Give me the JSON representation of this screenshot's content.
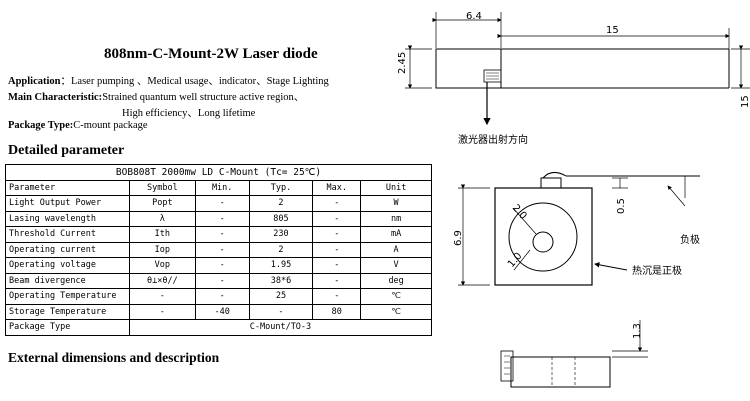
{
  "title": "808nm-C-Mount-2W  Laser diode",
  "application": {
    "label": "Application",
    "text": "：Laser pumping 、Medical usage、indicator、Stage Lighting"
  },
  "main_characteristic": {
    "label": "Main Characteristic:",
    "text": "Strained  quantum  well structure active region、",
    "text2": "High efficiency、Long  lifetime"
  },
  "package_type": {
    "label": "Package Type:",
    "text": "C-mount package"
  },
  "detailed_parameter": "Detailed parameter",
  "external_dimensions": "External dimensions and description",
  "table": {
    "caption": "BOB808T 2000mw LD C-Mount (Tc= 25℃)",
    "headers": [
      "Parameter",
      "Symbol",
      "Min.",
      "Typ.",
      "Max.",
      "Unit"
    ],
    "rows": [
      [
        "Light Output Power",
        "Popt",
        "-",
        "2",
        "-",
        "W"
      ],
      [
        "Lasing wavelength",
        "λ",
        "-",
        "805",
        "-",
        "nm"
      ],
      [
        "Threshold Current",
        "Ith",
        "-",
        "230",
        "-",
        "mA"
      ],
      [
        "Operating current",
        "Iop",
        "-",
        "2",
        "-",
        "A"
      ],
      [
        "Operating voltage",
        "Vop",
        "-",
        "1.95",
        "-",
        "V"
      ],
      [
        "Beam divergence",
        "θ⊥×θ//",
        "-",
        "38*6",
        "-",
        "deg"
      ],
      [
        "Operating Temperature",
        "-",
        "-",
        "25",
        "-",
        "℃"
      ],
      [
        "Storage Temperature",
        "-",
        "-40",
        "-",
        "80",
        "℃"
      ]
    ],
    "package_row": {
      "label": "Package Type",
      "value": "C-Mount/TO-3"
    }
  },
  "drawing": {
    "dim_64": "6.4",
    "dim_15_top": "15",
    "dim_245": "2.45",
    "dim_15_right": "15",
    "emit_dir": "激光器出射方向",
    "dim_05": "0.5",
    "neg_board": "负极",
    "dim_69": "6.9",
    "dim_20": "2.0",
    "dim_10": "1.0",
    "heatsink_pos": "热沉是正极",
    "dim_13": "1.3"
  }
}
